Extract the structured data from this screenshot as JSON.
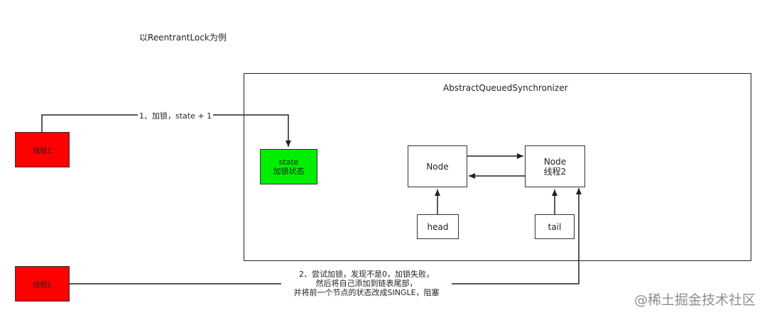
{
  "title_note": "以ReentrantLock为例",
  "aqs": {
    "title": "AbstractQueuedSynchronizer"
  },
  "threads": {
    "thread1": "线程1",
    "thread2": "线程2"
  },
  "state": {
    "line1": "state",
    "line2": "加锁状态"
  },
  "nodes": {
    "node1": {
      "label": "Node"
    },
    "node2": {
      "label": "Node",
      "thread": "线程2"
    }
  },
  "pointers": {
    "head": "head",
    "tail": "tail"
  },
  "edge1_label": "1、加锁，state + 1",
  "edge2_label": {
    "line1": "2、尝试加锁，发现不是0，加锁失败，",
    "line2": "然后将自己添加到链表尾部，",
    "line3": "并将前一个节点的状态改成SINGLE，阻塞"
  },
  "watermark": "@稀土掘金技术社区"
}
